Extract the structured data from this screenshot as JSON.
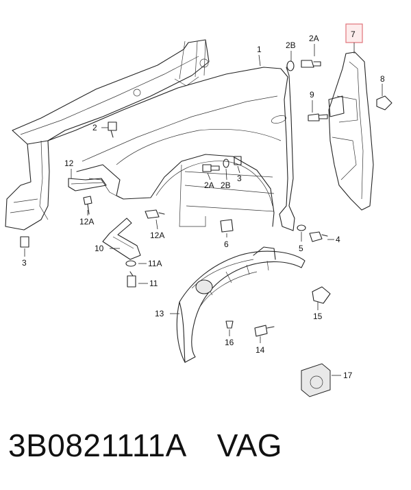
{
  "callouts": {
    "c1": "1",
    "c2B_top": "2B",
    "c2A_top": "2A",
    "c7": "7",
    "c8": "8",
    "c9": "9",
    "c2": "2",
    "c12": "12",
    "c12A_left": "12A",
    "c12A_mid": "12A",
    "c2A_mid": "2A",
    "c2B_mid": "2B",
    "c3_mid": "3",
    "c3_left": "3",
    "c10": "10",
    "c11A": "11A",
    "c11": "11",
    "c6": "6",
    "c5": "5",
    "c4": "4",
    "c13": "13",
    "c15": "15",
    "c16": "16",
    "c14": "14",
    "c17": "17"
  },
  "highlight_color": "#e0737a",
  "caption": {
    "part_number": "3B0821111A",
    "brand": "VAG"
  }
}
